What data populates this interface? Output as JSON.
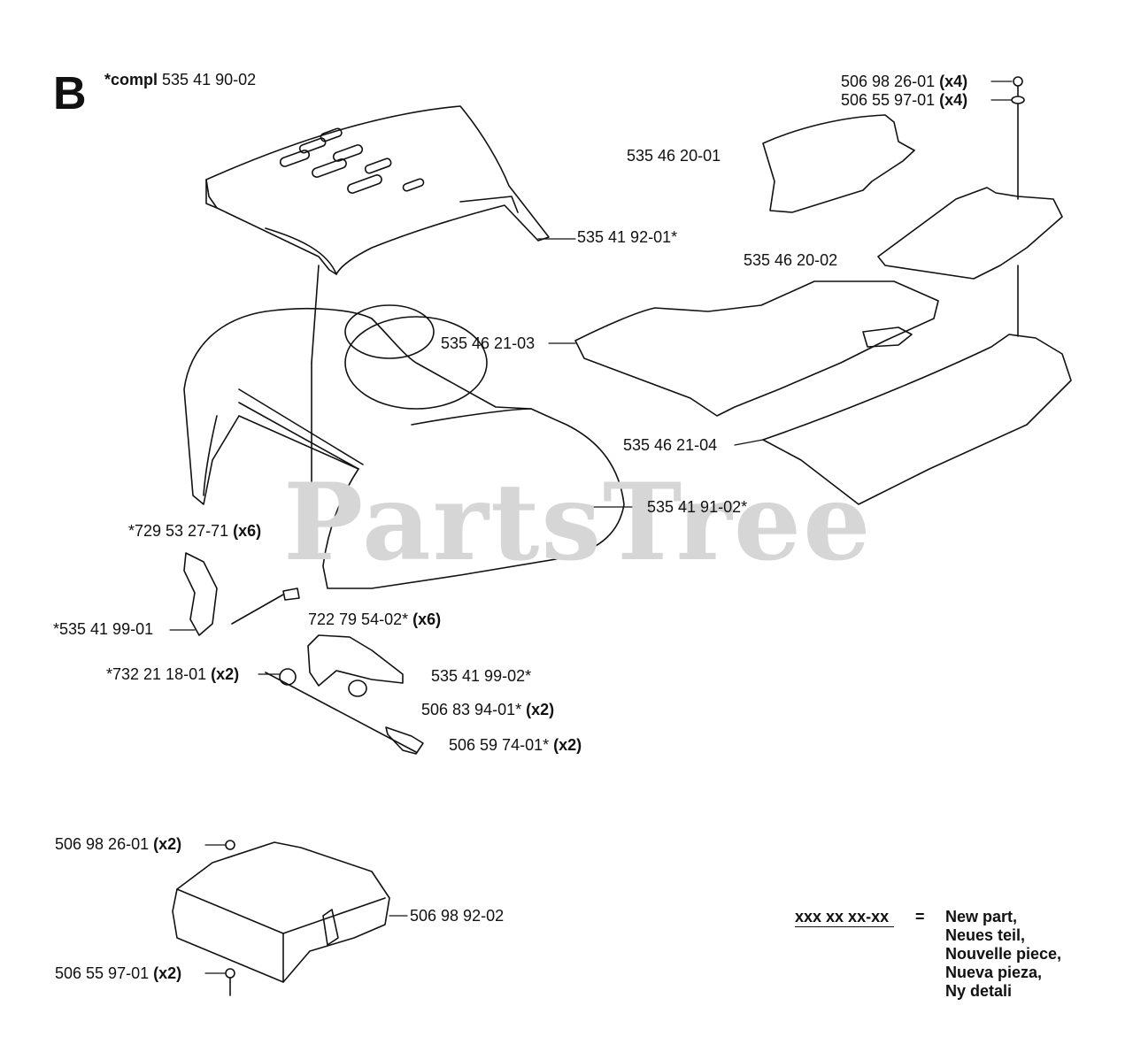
{
  "section_letter": "B",
  "assembly": {
    "prefix": "*compl",
    "number": "535 41 90-02"
  },
  "watermark": "PartsTree",
  "parts": [
    {
      "id": "p1",
      "number": "506 98 26-01",
      "qty": "(x4)"
    },
    {
      "id": "p2",
      "number": "506 55 97-01",
      "qty": "(x4)"
    },
    {
      "id": "p3",
      "number": "535 46 20-01",
      "qty": ""
    },
    {
      "id": "p4",
      "number": "535 41 92-01*",
      "qty": ""
    },
    {
      "id": "p5",
      "number": "535 46 20-02",
      "qty": ""
    },
    {
      "id": "p6",
      "number": "535 46 21-03",
      "qty": ""
    },
    {
      "id": "p7",
      "number": "535 46 21-04",
      "qty": ""
    },
    {
      "id": "p8",
      "number": "535 41 91-02*",
      "qty": ""
    },
    {
      "id": "p9",
      "number": "*729 53 27-71",
      "qty": "(x6)"
    },
    {
      "id": "p10",
      "number": "*535 41 99-01",
      "qty": ""
    },
    {
      "id": "p11",
      "number": "722 79 54-02*",
      "qty": "(x6)"
    },
    {
      "id": "p12",
      "number": "*732 21 18-01",
      "qty": "(x2)"
    },
    {
      "id": "p13",
      "number": "535 41 99-02*",
      "qty": ""
    },
    {
      "id": "p14",
      "number": "506 83 94-01*",
      "qty": "(x2)"
    },
    {
      "id": "p15",
      "number": "506 59 74-01*",
      "qty": "(x2)"
    },
    {
      "id": "p16",
      "number": "506 98 26-01",
      "qty": "(x2)"
    },
    {
      "id": "p17",
      "number": "506 98 92-02",
      "qty": ""
    },
    {
      "id": "p18",
      "number": "506 55 97-01",
      "qty": "(x2)"
    }
  ],
  "legend": {
    "code": "xxx xx xx-xx",
    "equals": "=",
    "meanings": [
      "New part,",
      "Neues teil,",
      "Nouvelle piece,",
      "Nueva pieza,",
      "Ny detali"
    ]
  }
}
